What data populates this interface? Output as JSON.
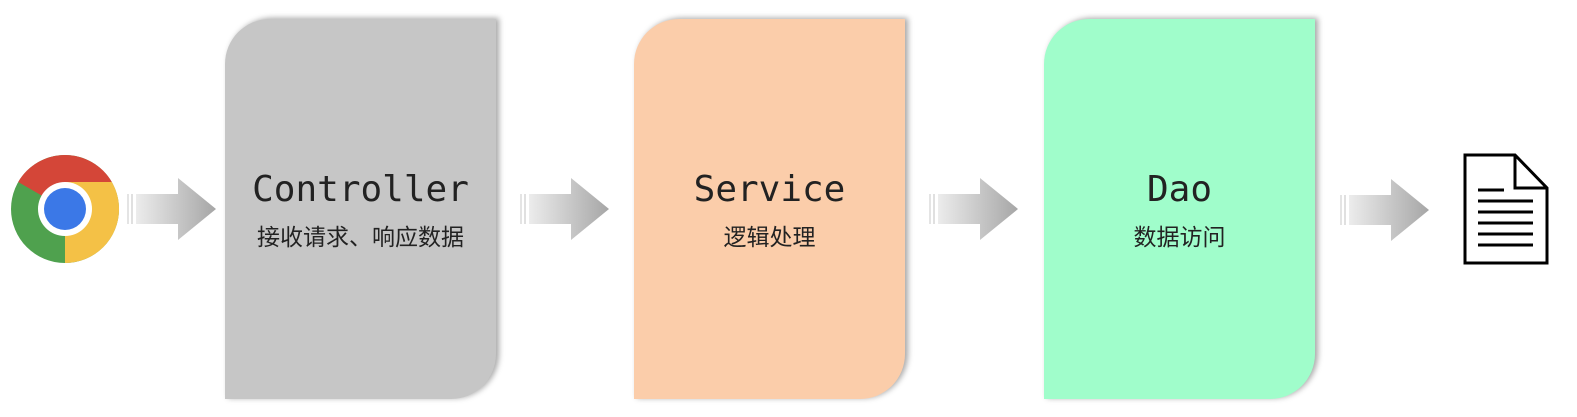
{
  "diagram": {
    "flow": [
      {
        "type": "icon",
        "icon": "chrome-browser-icon"
      },
      {
        "type": "arrow",
        "icon": "right-arrow-icon"
      },
      {
        "type": "box",
        "title": "Controller",
        "subtitle": "接收请求、响应数据",
        "color": "#c6c6c6"
      },
      {
        "type": "arrow",
        "icon": "right-arrow-icon"
      },
      {
        "type": "box",
        "title": "Service",
        "subtitle": "逻辑处理",
        "color": "#fbcdaa"
      },
      {
        "type": "arrow",
        "icon": "right-arrow-icon"
      },
      {
        "type": "box",
        "title": "Dao",
        "subtitle": "数据访问",
        "color": "#a0fdcb"
      },
      {
        "type": "arrow",
        "icon": "right-arrow-icon"
      },
      {
        "type": "icon",
        "icon": "document-icon"
      }
    ],
    "boxes": [
      {
        "title": "Controller",
        "subtitle": "接收请求、响应数据",
        "color": "#c6c6c6"
      },
      {
        "title": "Service",
        "subtitle": "逻辑处理",
        "color": "#fbcdaa"
      },
      {
        "title": "Dao",
        "subtitle": "数据访问",
        "color": "#a0fdcb"
      }
    ],
    "colors": {
      "chrome_red": "#d44638",
      "chrome_yellow": "#f4c146",
      "chrome_green": "#4fa14e",
      "chrome_blue": "#3b78e7",
      "arrow_light": "#ececec",
      "arrow_dark": "#a8a8a8",
      "text": "#222222"
    }
  }
}
